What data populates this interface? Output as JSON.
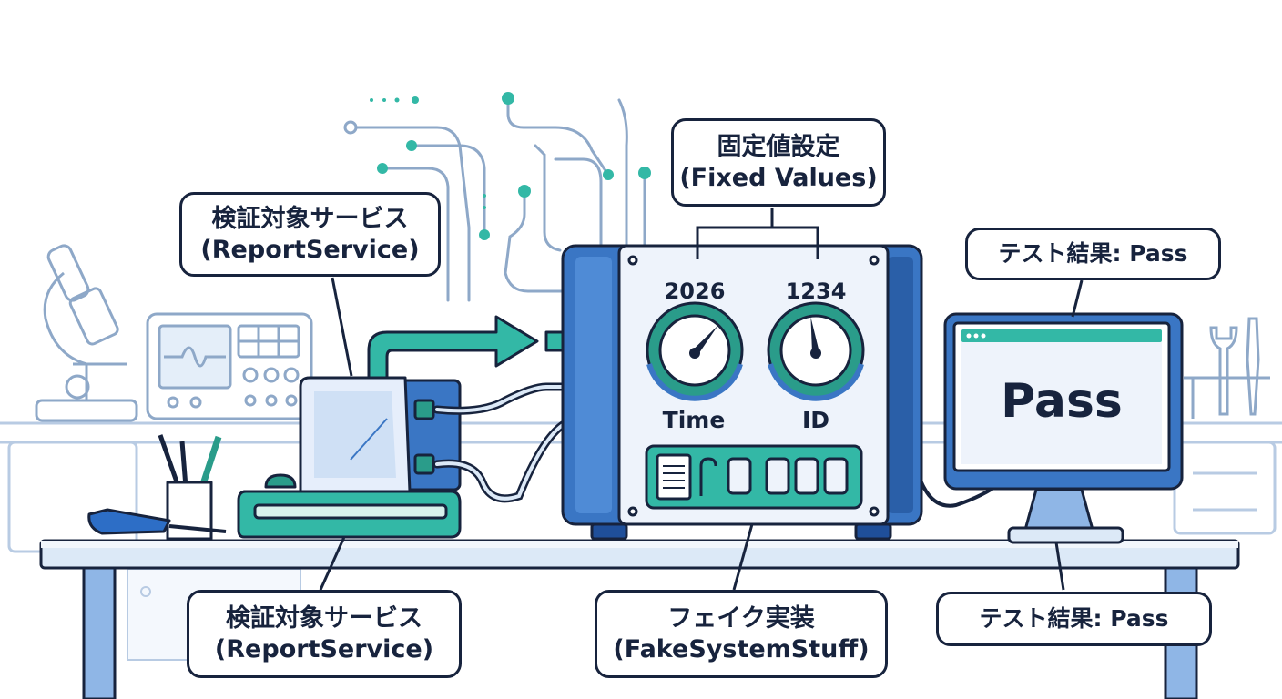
{
  "callouts": {
    "target_top": {
      "line1": "検証対象サービス",
      "line2": "(ReportService)"
    },
    "fixed_values": {
      "line1": "固定値設定",
      "line2": "(Fixed Values)"
    },
    "result_top": {
      "line1": "テスト結果: Pass"
    },
    "target_bottom": {
      "line1": "検証対象サービス",
      "line2": "(ReportService)"
    },
    "fake_impl": {
      "line1": "フェイク実装",
      "line2": "(FakeSystemStuff)"
    },
    "result_bottom": {
      "line1": "テスト結果: Pass"
    }
  },
  "device": {
    "dial_time": {
      "value": "2026",
      "label": "Time",
      "needle_deg": 40
    },
    "dial_id": {
      "value": "1234",
      "label": "ID",
      "needle_deg": -8
    }
  },
  "monitor": {
    "text": "Pass"
  },
  "colors": {
    "outline": "#17233d",
    "blue": "#3a76c4",
    "blue_dark": "#1f4f9a",
    "teal": "#33b8a6",
    "light_blue": "#dce9f7",
    "line_gray": "#8ea8c8"
  }
}
